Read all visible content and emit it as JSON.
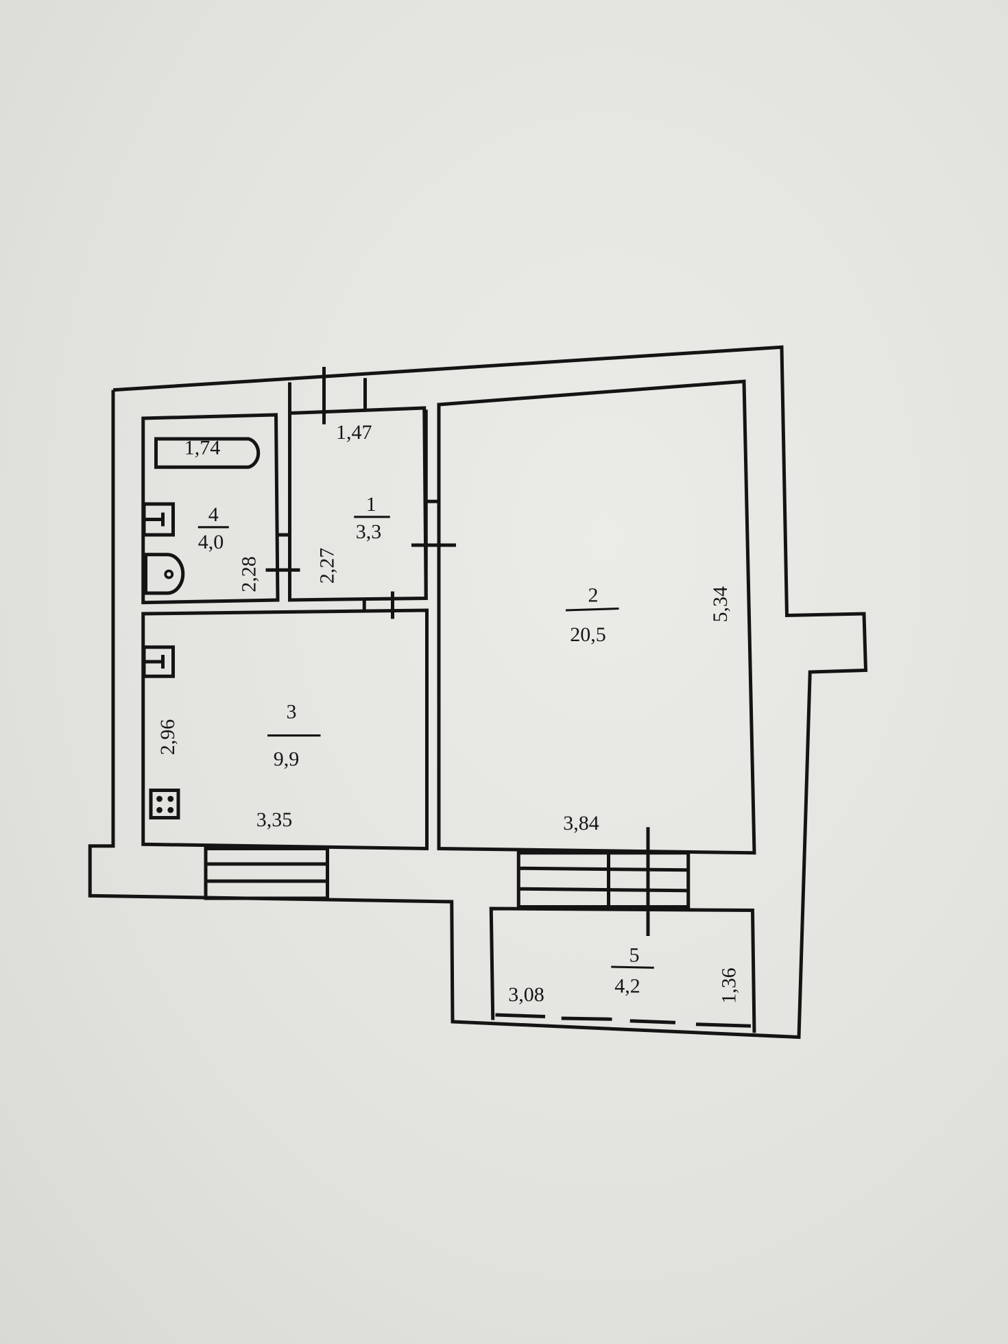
{
  "floor_plan": {
    "rooms": [
      {
        "number": "1",
        "area": "3,3",
        "width": "1,47",
        "length": "2,27"
      },
      {
        "number": "2",
        "area": "20,5",
        "width": "3,84",
        "length": "5,34"
      },
      {
        "number": "3",
        "area": "9,9",
        "width": "3,35",
        "length": "2,96"
      },
      {
        "number": "4",
        "area": "4,0",
        "length": "2,28",
        "bathtub_length": "1,74"
      },
      {
        "number": "5",
        "area": "4,2",
        "width": "3,08",
        "length": "1,36"
      }
    ]
  }
}
